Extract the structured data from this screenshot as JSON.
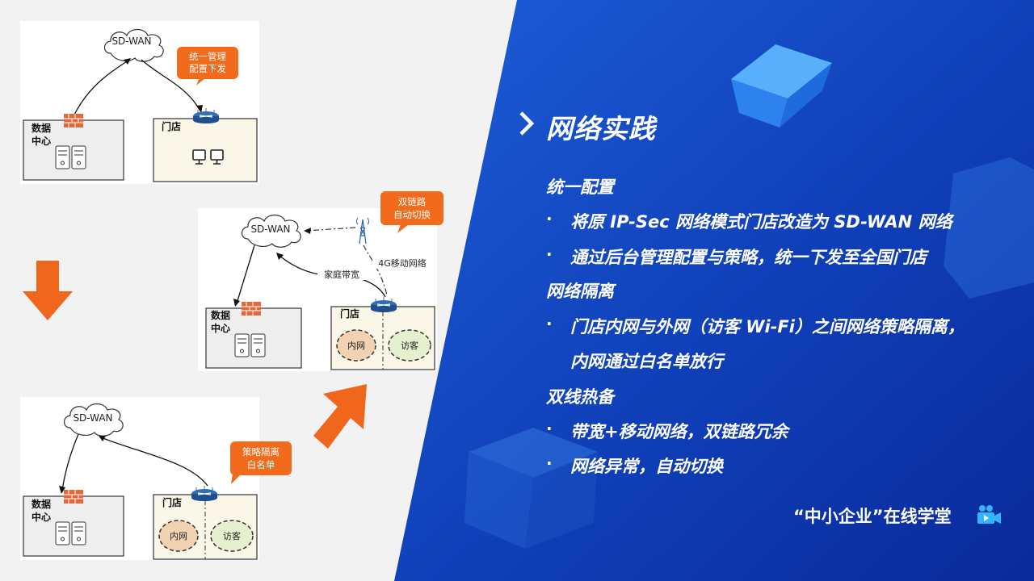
{
  "slide": {
    "heading": "网络实践",
    "sections": [
      {
        "title": "统一配置",
        "bullets": [
          "将原 IP-Sec 网络模式门店改造为 SD-WAN 网络",
          "通过后台管理配置与策略，统一下发至全国门店"
        ]
      },
      {
        "title": "网络隔离",
        "bullets": [
          "门店内网与外网（访客 Wi-Fi）之间网络策略隔离，",
          "内网通过白名单放行"
        ]
      },
      {
        "title": "双线热备",
        "bullets": [
          "带宽+移动网络，双链路冗余",
          "网络异常，自动切换"
        ]
      }
    ],
    "bullet_char": "·",
    "footer": "“中小企业”在线学堂"
  },
  "diagrams": {
    "d1": {
      "cloud": "SD-WAN",
      "callout_line1": "统一管理",
      "callout_line2": "配置下发",
      "dc_line1": "数据",
      "dc_line2": "中心",
      "store": "门店"
    },
    "d2": {
      "cloud": "SD-WAN",
      "callout_line1": "双链路",
      "callout_line2": "自动切换",
      "link_broadband": "家庭带宽",
      "link_4g": "4G移动网络",
      "dc_line1": "数据",
      "dc_line2": "中心",
      "store": "门店",
      "zone_inner": "内网",
      "zone_guest": "访客"
    },
    "d3": {
      "cloud": "SD-WAN",
      "callout_line1": "策略隔离",
      "callout_line2": "白名单",
      "dc_line1": "数据",
      "dc_line2": "中心",
      "store": "门店",
      "zone_inner": "内网",
      "zone_guest": "访客"
    }
  },
  "colors": {
    "blue_dark": "#0b2fa8",
    "blue_mid": "#1552cf",
    "orange": "#f0661c",
    "callout": "#f26a1b",
    "dc_fill": "#eeeeee",
    "store_fill": "#fbf7e8",
    "zone_inner": "#f2d2b2",
    "zone_guest": "#e5f0cf"
  },
  "icons": [
    "chevron-right-icon",
    "cloud-icon",
    "firewall-icon",
    "router-icon",
    "server-icon",
    "desktop-icon",
    "cell-tower-icon",
    "down-arrow-icon",
    "diagonal-arrow-icon",
    "video-camera-icon"
  ]
}
